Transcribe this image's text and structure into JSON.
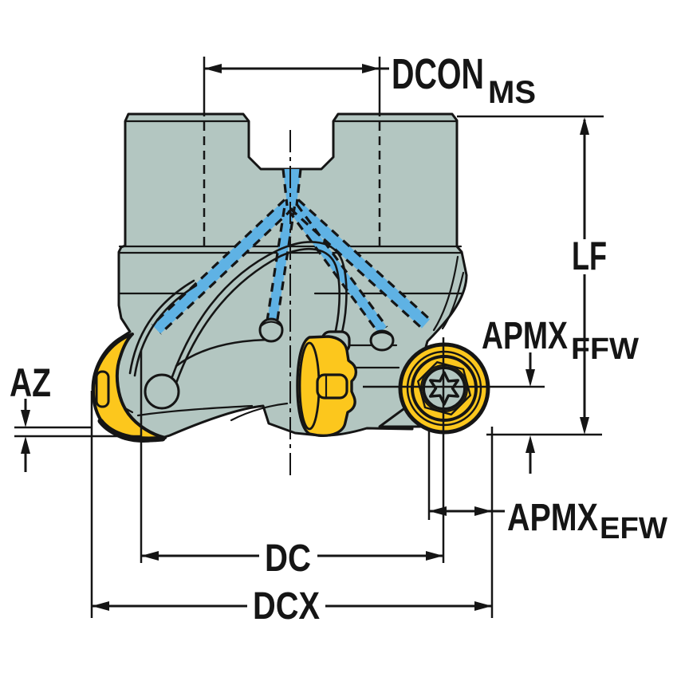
{
  "diagram": {
    "type": "tool-dimension-drawing",
    "labels": {
      "dcon": {
        "base": "DCON",
        "sub": "MS"
      },
      "lf": {
        "base": "LF"
      },
      "apmx_ffw": {
        "base": "APMX",
        "sub": "FFW"
      },
      "az": {
        "base": "AZ"
      },
      "apmx_efw": {
        "base": "APMX",
        "sub": "EFW"
      },
      "dc": {
        "base": "DC"
      },
      "dcx": {
        "base": "DCX"
      }
    },
    "colors": {
      "body": "#b3c6c1",
      "insert": "#fcc71d",
      "coolant": "#5fb2e4",
      "line": "#151515",
      "background": "#ffffff"
    }
  }
}
